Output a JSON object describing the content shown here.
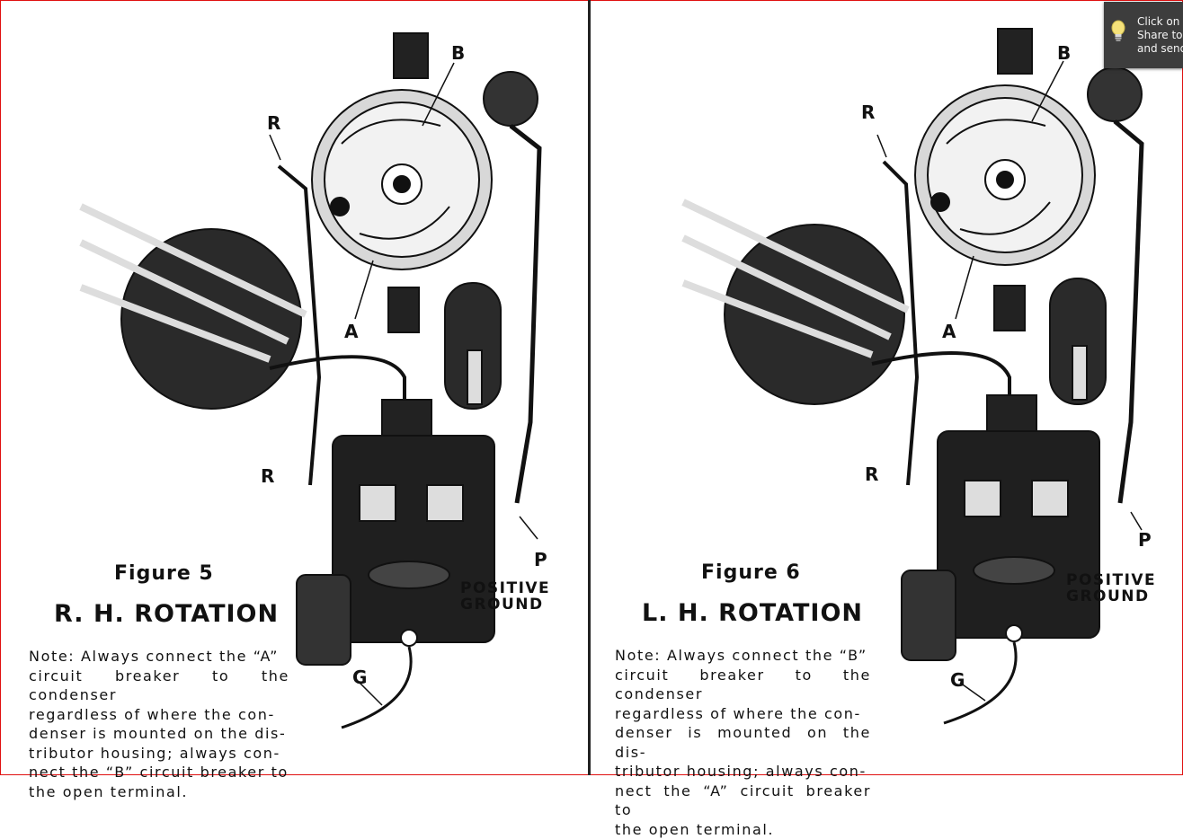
{
  "left": {
    "figure": "Figure 5",
    "rotation": "R. H. ROTATION",
    "note": "Note: Always connect the \"A\" circuit breaker to the condenser regardless of where the condenser is mounted on the distributor housing; always connect the \"B\" circuit breaker to the open terminal.",
    "note_lines": [
      "Note: Always connect the “A”",
      "circuit breaker to the condenser",
      "regardless of where the con-",
      "denser is mounted on the dis-",
      "tributor housing; always con-",
      "nect the “B” circuit breaker to",
      "the open terminal."
    ],
    "labels": {
      "B": "B",
      "R_top": "R",
      "A": "A",
      "R_bottom": "R",
      "P": "P",
      "G": "G"
    },
    "positive_ground": [
      "POSITIVE",
      "GROUND"
    ]
  },
  "right": {
    "figure": "Figure 6",
    "rotation": "L. H. ROTATION",
    "note": "Note: Always connect the \"B\" circuit breaker to the condenser regardless of where the condenser is mounted on the distributor housing; always connect the \"A\" circuit breaker to the open terminal.",
    "note_lines": [
      "Note: Always connect the “B”",
      "circuit breaker to the condenser",
      "regardless of where the con-",
      "denser is mounted on the dis-",
      "tributor housing; always con-",
      "nect the “A” circuit breaker to",
      "the open terminal."
    ],
    "labels": {
      "B": "B",
      "R_top": "R",
      "A": "A",
      "R_bottom": "R",
      "P": "P",
      "G": "G"
    },
    "positive_ground": [
      "POSITIVE",
      "GROUND"
    ]
  },
  "tooltip": {
    "icon": "lightbulb-icon",
    "lines": [
      "Click on C",
      "Share to c",
      "and send"
    ]
  },
  "colors": {
    "frame": "#e01010",
    "ink": "#111111",
    "tooltip_bg": "#3d3d3d"
  }
}
